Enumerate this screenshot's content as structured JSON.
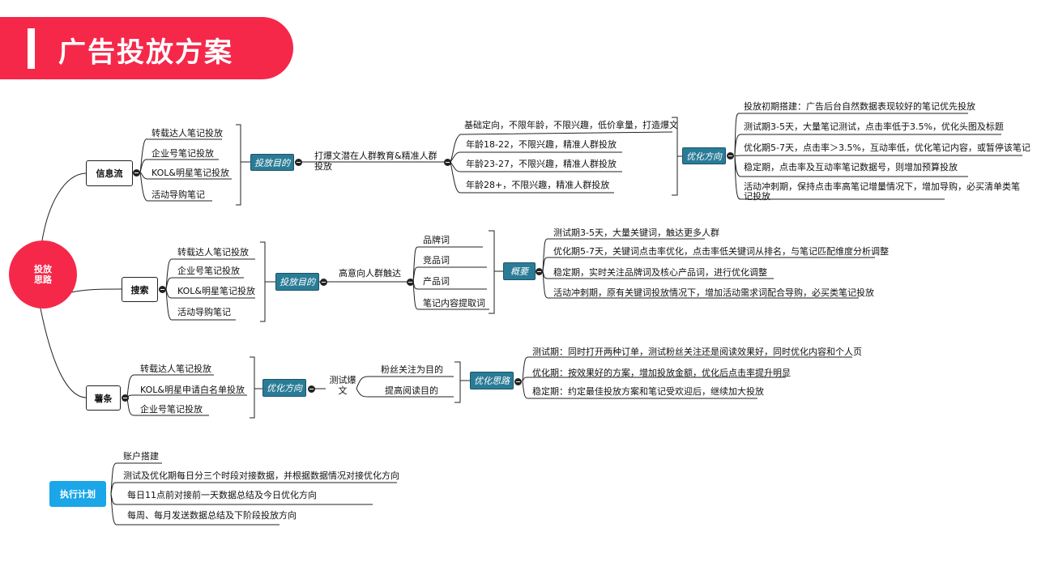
{
  "header": {
    "title": "广告投放方案"
  },
  "root": {
    "label": "投放\n思路"
  },
  "branches": {
    "feed": {
      "label": "信息流",
      "sources": [
        "转载达人笔记投放",
        "企业号笔记投放",
        "KOL&明星笔记投放",
        "活动导购笔记"
      ],
      "tag": "投放目的",
      "goal": "打爆文潜在人群教育&精准人群投放",
      "targets": [
        "基础定向，不限年龄，不限兴趣，低价拿量，打造爆文",
        "年龄18-22，不限兴趣，精准人群投放",
        "年龄23-27，不限兴趣，精准人群投放",
        "年龄28+，不限兴趣，精准人群投放"
      ],
      "tag2": "优化方向",
      "optim_top": "投放初期搭建：广告后台自然数据表现较好的笔记优先投放",
      "optims": [
        "测试期3-5天，大量笔记测试，点击率低于3.5%，优化头图及标题",
        "优化期5-7天，点击率＞3.5%，互动率低，优化笔记内容，或暂停该笔记",
        "稳定期，点击率及互动率笔记数据号，则增加预算投放",
        "活动冲刺期，保持点击率高笔记增量情况下，增加导购，必买清单类笔记投放"
      ]
    },
    "search": {
      "label": "搜索",
      "sources": [
        "转载达人笔记投放",
        "企业号笔记投放",
        "KOL&明星笔记投放",
        "活动导购笔记"
      ],
      "tag": "投放目的",
      "goal": "高意向人群触达",
      "keywords": [
        "品牌词",
        "竞品词",
        "产品词",
        "笔记内容提取词"
      ],
      "tag2": "概要",
      "phases": [
        "测试期3-5天，大量关键词，触达更多人群",
        "优化期5-7天，关键词点击率优化，点击率低关键词从排名，与笔记匹配维度分析调整",
        "稳定期，实时关注品牌词及核心产品词，进行优化调整",
        "活动冲刺期，原有关键词投放情况下，增加活动需求词配合导购，必买类笔记投放"
      ]
    },
    "shutiao": {
      "label": "薯条",
      "sources": [
        "转载达人笔记投放",
        "KOL&明星申请白名单投放",
        "企业号笔记投放"
      ],
      "tag": "优化方向",
      "goal": "测试爆文",
      "aims": [
        "粉丝关注为目的",
        "提高阅读目的"
      ],
      "tag2": "优化思路",
      "notes": [
        "测试期：同时打开两种订单，测试粉丝关注还是阅读效果好，同时优化内容和个人页",
        "优化期：按效果好的方案，增加投放金额，优化后点击率提升明显",
        "稳定期：约定最佳投放方案和笔记受欢迎后，继续加大投放"
      ]
    }
  },
  "execution": {
    "label": "执行计划",
    "items": [
      "账户搭建",
      "测试及优化期每日分三个时段对接数据，并根据数据情况对接优化方向",
      "每日11点前对接前一天数据总结及今日优化方向",
      "每周、每月发送数据总结及下阶段投放方向"
    ]
  }
}
